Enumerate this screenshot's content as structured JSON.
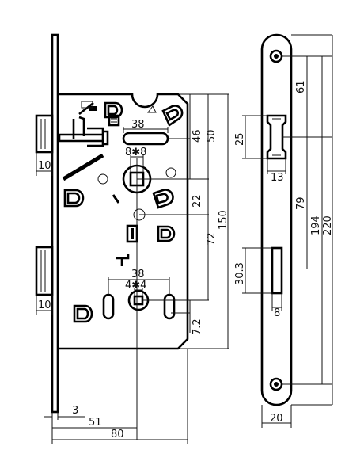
{
  "dimensions": {
    "d_3": "3",
    "d_51": "51",
    "d_80": "80",
    "d_10_top": "10",
    "d_10_bottom": "10",
    "d_38_top": "38",
    "d_8x8": "8✱8",
    "d_38_mid": "38",
    "d_4x4": "4✱4",
    "d_46": "46",
    "d_50": "50",
    "d_22": "22",
    "d_72": "72",
    "d_150": "150",
    "d_7_2": "7.2",
    "d_61": "61",
    "d_25": "25",
    "d_13": "13",
    "d_79": "79",
    "d_194": "194",
    "d_220": "220",
    "d_30_3": "30.3",
    "d_8": "8",
    "d_20": "20"
  }
}
